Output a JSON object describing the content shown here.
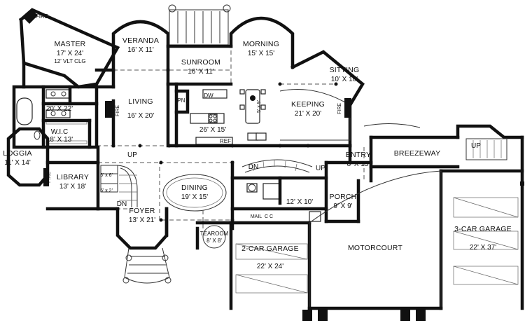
{
  "rooms": {
    "master": {
      "name": "MASTER",
      "dim": "17' X 24'",
      "note": "12' VLT CLG"
    },
    "veranda": {
      "name": "VERANDA",
      "dim": "16' X 11'"
    },
    "morning": {
      "name": "MORNING",
      "dim": "15' X 15'"
    },
    "sunroom": {
      "name": "SUNROOM",
      "dim": "16' X 11'"
    },
    "sitting": {
      "name": "SITTING",
      "dim": "10' X 10'"
    },
    "living": {
      "name": "LIVING",
      "dim": "16' X 20'"
    },
    "keeping": {
      "name": "KEEPING",
      "dim": "21' X 20'"
    },
    "master_bath": {
      "dim": "20' X 22'"
    },
    "wic": {
      "name": "W.I.C",
      "dim": "18' X 13'"
    },
    "kitchen": {
      "dim": "26' X 15'"
    },
    "loggia": {
      "name": "LOGGIA",
      "dim": "11' X 14'"
    },
    "library": {
      "name": "LIBRARY",
      "dim": "13' X 18'"
    },
    "entry": {
      "name": "ENTRY",
      "dim": "8' X 15'"
    },
    "breezeway": {
      "name": "BREEZEWAY"
    },
    "dining": {
      "name": "DINING",
      "dim": "19' X 15'"
    },
    "utility": {
      "dim": "12' X 10'"
    },
    "porch": {
      "name": "PORCH",
      "dim": "9' X 9'"
    },
    "foyer": {
      "name": "FOYER",
      "dim": "13' X 21'"
    },
    "tearoom": {
      "name": "TEAROOM",
      "dim": "8' X 8'"
    },
    "garage2": {
      "name": "2-CAR GARAGE",
      "dim": "22' X 24'"
    },
    "motorcourt": {
      "name": "MOTORCOURT"
    },
    "garage3": {
      "name": "3-CAR GARAGE",
      "dim": "22' X 37'"
    }
  },
  "labels": {
    "fire": "FIRE",
    "up": "UP",
    "dn": "DN",
    "dw": "DW",
    "pn": "PN",
    "ref": "REF",
    "mail": "MAIL",
    "cc": "C C",
    "island": "5' x 9'",
    "closet_a": "6' x 6'",
    "closet_b": "6' x 2'"
  }
}
